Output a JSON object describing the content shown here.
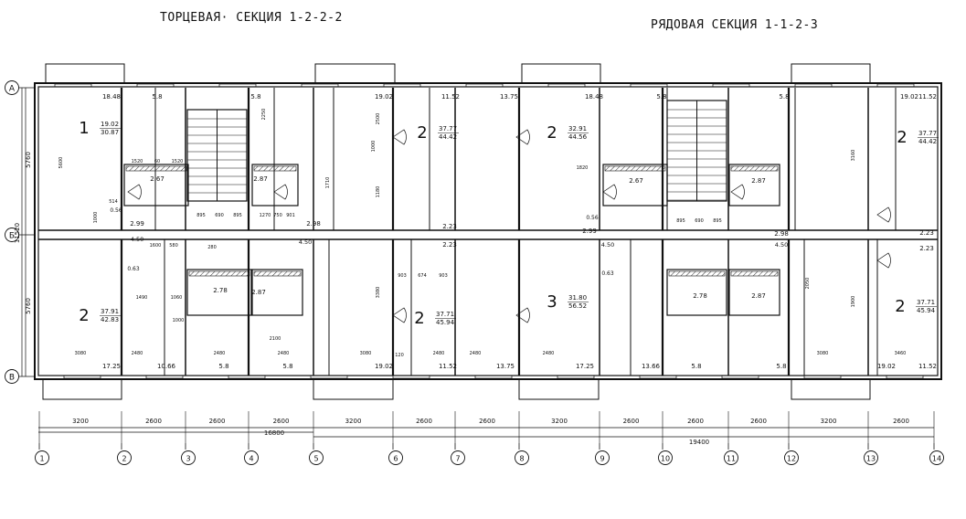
{
  "titles": {
    "left_section": "ТОРЦЕВАЯ· СЕКЦИЯ 1-2-2-2",
    "right_section": "РЯДОВАЯ СЕКЦИЯ 1-1-2-3"
  },
  "row_axes": [
    "А",
    "Б",
    "В"
  ],
  "column_axes": [
    "1",
    "2",
    "3",
    "4",
    "5",
    "6",
    "7",
    "8",
    "9",
    "10",
    "11",
    "12",
    "13",
    "14"
  ],
  "vertical_dims": [
    "5760",
    "11520",
    "5760"
  ],
  "bottom_spans": [
    "3200",
    "2600",
    "2600",
    "2600",
    "3200",
    "2600",
    "2600",
    "3200",
    "2600",
    "2600",
    "2600",
    "3200",
    "2600"
  ],
  "overall_dims": [
    "16800",
    "19400"
  ],
  "apartments": [
    {
      "rooms": "1",
      "living": "19.02",
      "total": "30.87"
    },
    {
      "rooms": "2",
      "living": "37.77",
      "total": "44.42"
    },
    {
      "rooms": "2",
      "living": "32.91",
      "total": "44.56"
    },
    {
      "rooms": "2",
      "living": "37.77",
      "total": "44.42"
    },
    {
      "rooms": "2",
      "living": "37.91",
      "total": "42.83"
    },
    {
      "rooms": "2",
      "living": "37.71",
      "total": "45.94"
    },
    {
      "rooms": "3",
      "living": "31.80",
      "total": "56.52"
    },
    {
      "rooms": "2",
      "living": "37.71",
      "total": "45.94"
    }
  ],
  "room_areas_top": [
    "18.48",
    "5.8",
    "5.8",
    "19.02",
    "11.52",
    "13.75",
    "18.48",
    "5.8",
    "5.8",
    "19.02",
    "11.52"
  ],
  "room_areas_bottom": [
    "17.25",
    "10.66",
    "5.8",
    "5.8",
    "19.02",
    "11.52",
    "13.75",
    "17.25",
    "13.66",
    "5.8",
    "5.8",
    "19.02",
    "11.52"
  ],
  "corridor_areas": [
    "2.99",
    "2.98",
    "2.23",
    "2.23",
    "2.99",
    "2.98",
    "2.23",
    "2.23"
  ],
  "bath_areas": [
    "2.67",
    "2.87",
    "2.78",
    "2.87",
    "2.67",
    "2.87",
    "2.78",
    "2.87"
  ],
  "small_areas": [
    "0.56",
    "0.63",
    "0.56",
    "0.63"
  ],
  "corridor_widths": [
    "4.50",
    "4.50",
    "4.50",
    "4.50"
  ],
  "interior_dims": {
    "top_left_room_height": "5600",
    "top_left_wardrobe": "1000",
    "kitchen_run": [
      "1520",
      "60",
      "1520"
    ],
    "stair_run": [
      "895",
      "690",
      "895"
    ],
    "stair_run_right": [
      "895",
      "690",
      "895"
    ],
    "door_widths": [
      "1270",
      "750",
      "901"
    ],
    "room_depths": [
      "2500",
      "1000",
      "1710",
      "1180",
      "3380",
      "2250",
      "2050",
      "3160",
      "1900"
    ],
    "bottom_runs": [
      "3080",
      "2480",
      "2480",
      "2480",
      "3080",
      "2480",
      "2480",
      "2480",
      "3080",
      "3460"
    ],
    "misc": [
      "1490",
      "1060",
      "1000",
      "1600",
      "580",
      "903",
      "674",
      "903",
      "120",
      "514",
      "1820",
      "280",
      "2100"
    ]
  }
}
